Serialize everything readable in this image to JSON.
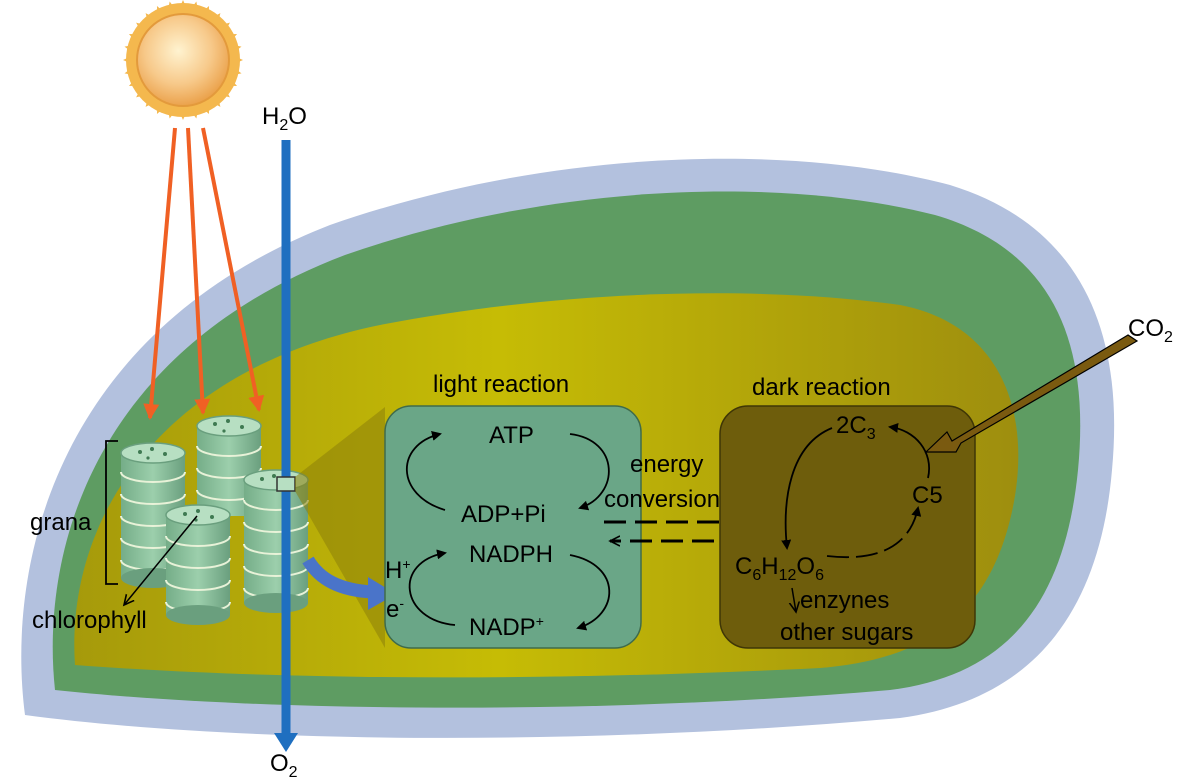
{
  "inputs": {
    "water_main": "H",
    "water_sub": "2",
    "water_tail": "O",
    "co2_main": "CO",
    "co2_sub": "2"
  },
  "outputs": {
    "oxygen_main": "O",
    "oxygen_sub": "2"
  },
  "grana_label": "grana",
  "chlorophyll_label": "chlorophyll",
  "light_reaction": {
    "title": "light reaction",
    "atp": "ATP",
    "adp": "ADP+Pi",
    "nadph": "NADPH",
    "nadp_main": "NADP",
    "nadp_sup": "+",
    "h_main": "H",
    "h_sup": "+",
    "e_main": "e",
    "e_sup": "-"
  },
  "energy_conversion": {
    "line1": "energy",
    "line2": "conversion"
  },
  "dark_reaction": {
    "title": "dark reaction",
    "c3_main": "2C",
    "c3_sub": "3",
    "c5": "C5",
    "glucose_c": "C",
    "glucose_c_sub": "6",
    "glucose_h": "H",
    "glucose_h_sub": "12",
    "glucose_o": "O",
    "glucose_o_sub": "6",
    "enzymes": "enzynes",
    "sugars": "other sugars"
  },
  "colors": {
    "outer_membrane": "#b3c1de",
    "stroma_green": "#5e9c62",
    "inner_yellow": "#b5a90a",
    "light_box": "#6aa687",
    "dark_box": "#6e5d0c",
    "water_line": "#1f6fc0",
    "sun_rays": "#f06024",
    "co2_arrow": "#7a5a10",
    "granum": "#8fc3a0"
  }
}
